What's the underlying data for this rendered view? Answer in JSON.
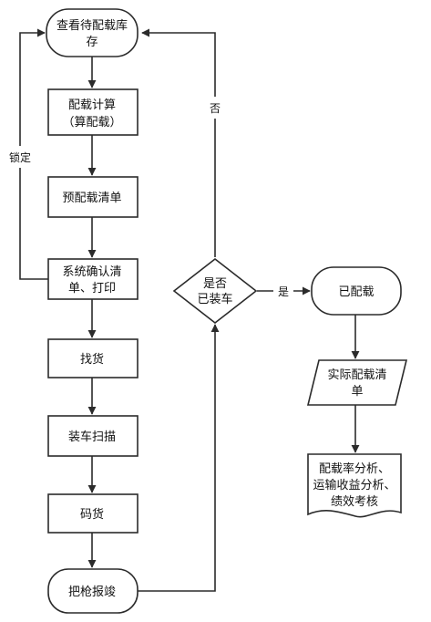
{
  "nodes": {
    "check_stock": {
      "line1": "查看待配载库",
      "line2": "存"
    },
    "calc": {
      "line1": "配载计算",
      "line2": "（算配载）"
    },
    "pre_list": {
      "line1": "预配载清单"
    },
    "confirm": {
      "line1": "系统确认清",
      "line2": "单、打印"
    },
    "find": {
      "line1": "找货"
    },
    "scan": {
      "line1": "装车扫描"
    },
    "stack": {
      "line1": "码货"
    },
    "handover": {
      "line1": "把枪报竣"
    },
    "decision": {
      "line1": "是否",
      "line2": "已装车"
    },
    "loaded": {
      "line1": "已配载"
    },
    "actual_list": {
      "line1": "实际配载清",
      "line2": "单"
    },
    "analysis": {
      "line1": "配载率分析、",
      "line2": "运输收益分析、",
      "line3": "绩效考核"
    }
  },
  "edge_labels": {
    "lock": "锁定",
    "no": "否",
    "yes": "是"
  }
}
